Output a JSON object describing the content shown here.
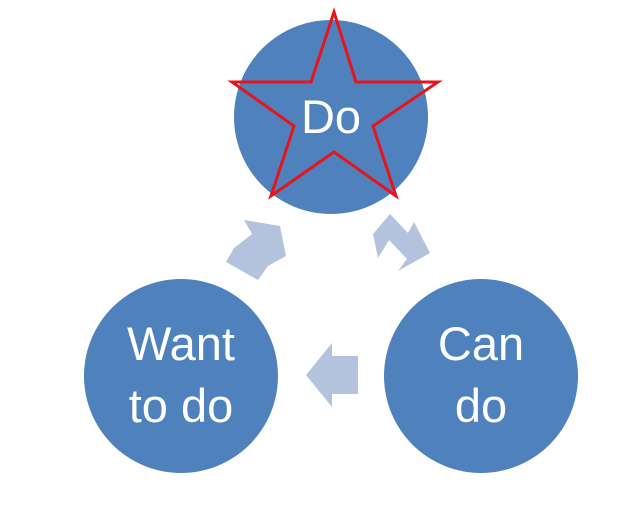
{
  "diagram": {
    "type": "cycle",
    "nodes": [
      {
        "id": "do",
        "lines": [
          "Do"
        ]
      },
      {
        "id": "can-do",
        "lines": [
          "Can",
          "do"
        ]
      },
      {
        "id": "want-to-do",
        "lines": [
          "Want",
          "to do"
        ]
      }
    ],
    "edges": [
      {
        "from": "do",
        "to": "can-do"
      },
      {
        "from": "can-do",
        "to": "want-to-do"
      },
      {
        "from": "want-to-do",
        "to": "do"
      }
    ],
    "highlight": {
      "node": "do",
      "shape": "star-outline"
    }
  },
  "colors": {
    "node_fill": "#4f81bd",
    "arrow_fill": "#b3c3dd",
    "star_stroke": "#e8141b",
    "label_text": "#ffffff"
  }
}
